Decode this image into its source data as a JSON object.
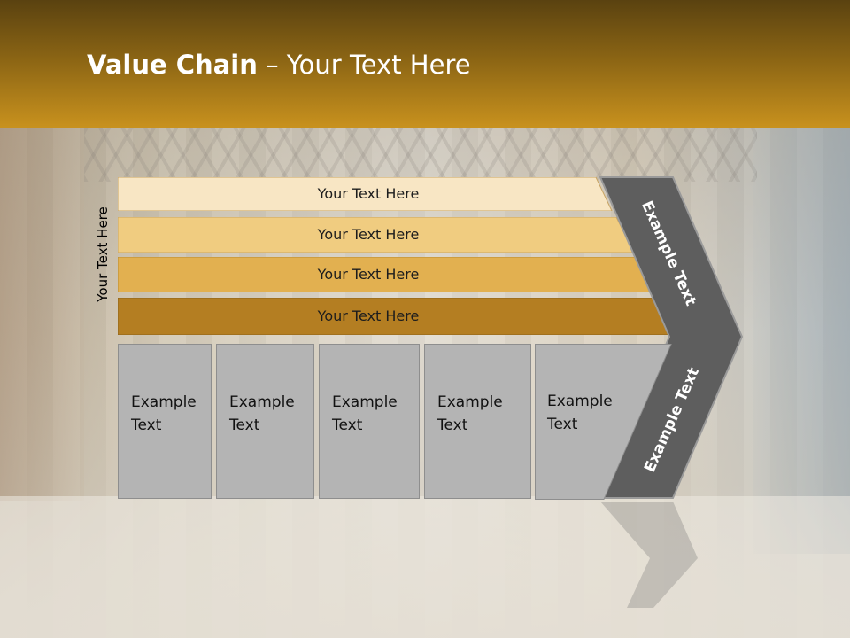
{
  "slide": {
    "title_bold": "Value Chain",
    "title_rest": " – Your Text Here",
    "vertical_label": "Your Text Here",
    "bars": [
      {
        "label": "Your Text Here",
        "color": "#f8e6c4"
      },
      {
        "label": "Your Text Here",
        "color": "#f0cc80"
      },
      {
        "label": "Your Text Here",
        "color": "#e2b050"
      },
      {
        "label": "Your Text Here",
        "color": "#b47e22"
      }
    ],
    "boxes": [
      {
        "line1": "Example",
        "line2": "Text"
      },
      {
        "line1": "Example",
        "line2": "Text"
      },
      {
        "line1": "Example",
        "line2": "Text"
      },
      {
        "line1": "Example",
        "line2": "Text"
      },
      {
        "line1": "Example",
        "line2": "Text"
      }
    ],
    "chevron_top_text": "Example Text",
    "chevron_bottom_text": "Example Text",
    "colors": {
      "header_dark": "#5a4210",
      "header_light": "#c9921e",
      "chevron": "#5e5e5e",
      "box": "#b4b4b4"
    }
  }
}
